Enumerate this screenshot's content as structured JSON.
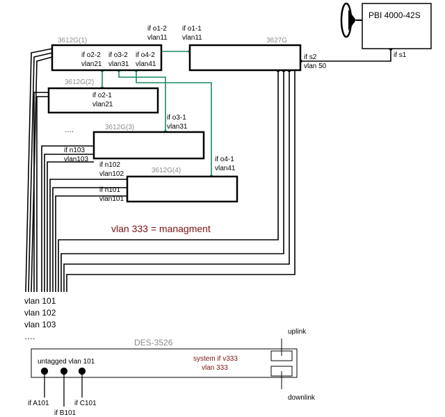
{
  "devices": {
    "pbi": "PBI 4000-42S",
    "sw3627": "3627G",
    "sw1": "3612G(1)",
    "sw2": "3612G(2)",
    "sw3": "3612G(3)",
    "sw4": "3612G(4)",
    "des": "DES-3526"
  },
  "ports": {
    "o1_2": [
      "if o1-2",
      "vlan11"
    ],
    "o1_1": [
      "if o1-1",
      "vlan11"
    ],
    "s2": [
      "if s2",
      "vlan 50"
    ],
    "s1": "if s1",
    "o2_2": [
      "if o2-2",
      "vlan21"
    ],
    "o3_2": [
      "if o3-2",
      "vlan31"
    ],
    "o4_2": [
      "if o4-2",
      "vlan41"
    ],
    "o2_1": [
      "if o2-1",
      "vlan21"
    ],
    "o3_1": [
      "if o3-1",
      "vlan31"
    ],
    "n103": [
      "if n103",
      "vlan103"
    ],
    "n102": [
      "if n102",
      "vlan102"
    ],
    "o4_1": [
      "if o4-1",
      "vlan41"
    ],
    "n101": [
      "if n101",
      "vlan101"
    ]
  },
  "dots_mid": "….",
  "management_note": "vlan 333 = managment",
  "vlan_list": [
    "vlan  101",
    "vlan  102",
    "vlan  103",
    "…."
  ],
  "des_labels": {
    "untagged": "untagged vlan 101",
    "system": [
      "system if v333",
      "vlan 333"
    ],
    "uplink": "uplink",
    "downlink": "downlink",
    "ifA": "if A101",
    "ifB": "if B101",
    "ifC": "if C101"
  },
  "colors": {
    "link_green": "#1a8a5a",
    "management_text": "#7a1010",
    "device_grey": "#8a8a8a"
  }
}
